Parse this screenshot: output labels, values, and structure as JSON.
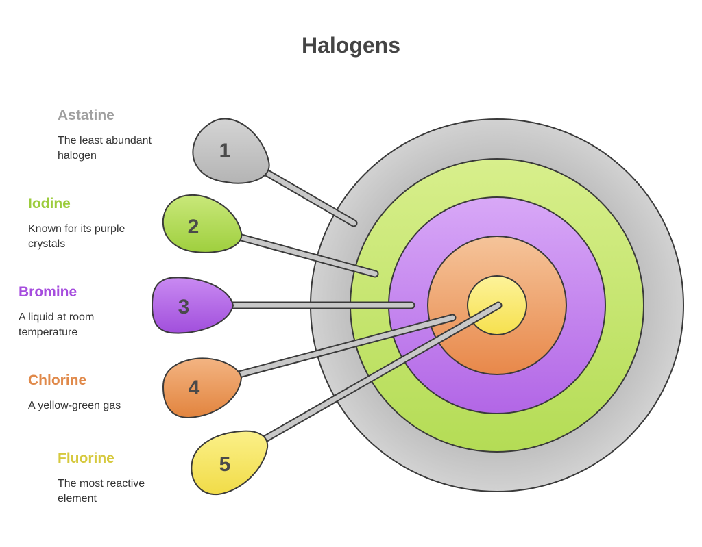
{
  "title": "Halogens",
  "colors": {
    "title": "#444444",
    "astatine": "#a0a0a0",
    "iodine": "#9ccc3c",
    "bromine": "#a64dde",
    "chlorine": "#e0894a",
    "fluorine": "#d6c93e",
    "ring_gray": "#c6c6c6",
    "ring_green": "#bfe26b",
    "ring_purple": "#c98ff0",
    "ring_orange": "#f0a56e",
    "ring_yellow": "#fbe96a"
  },
  "items": [
    {
      "number": "1",
      "name": "Astatine",
      "description": "The least abundant halogen"
    },
    {
      "number": "2",
      "name": "Iodine",
      "description": "Known for its purple crystals"
    },
    {
      "number": "3",
      "name": "Bromine",
      "description": "A liquid at room temperature"
    },
    {
      "number": "4",
      "name": "Chlorine",
      "description": "A yellow-green gas"
    },
    {
      "number": "5",
      "name": "Fluorine",
      "description": "The most reactive element"
    }
  ]
}
